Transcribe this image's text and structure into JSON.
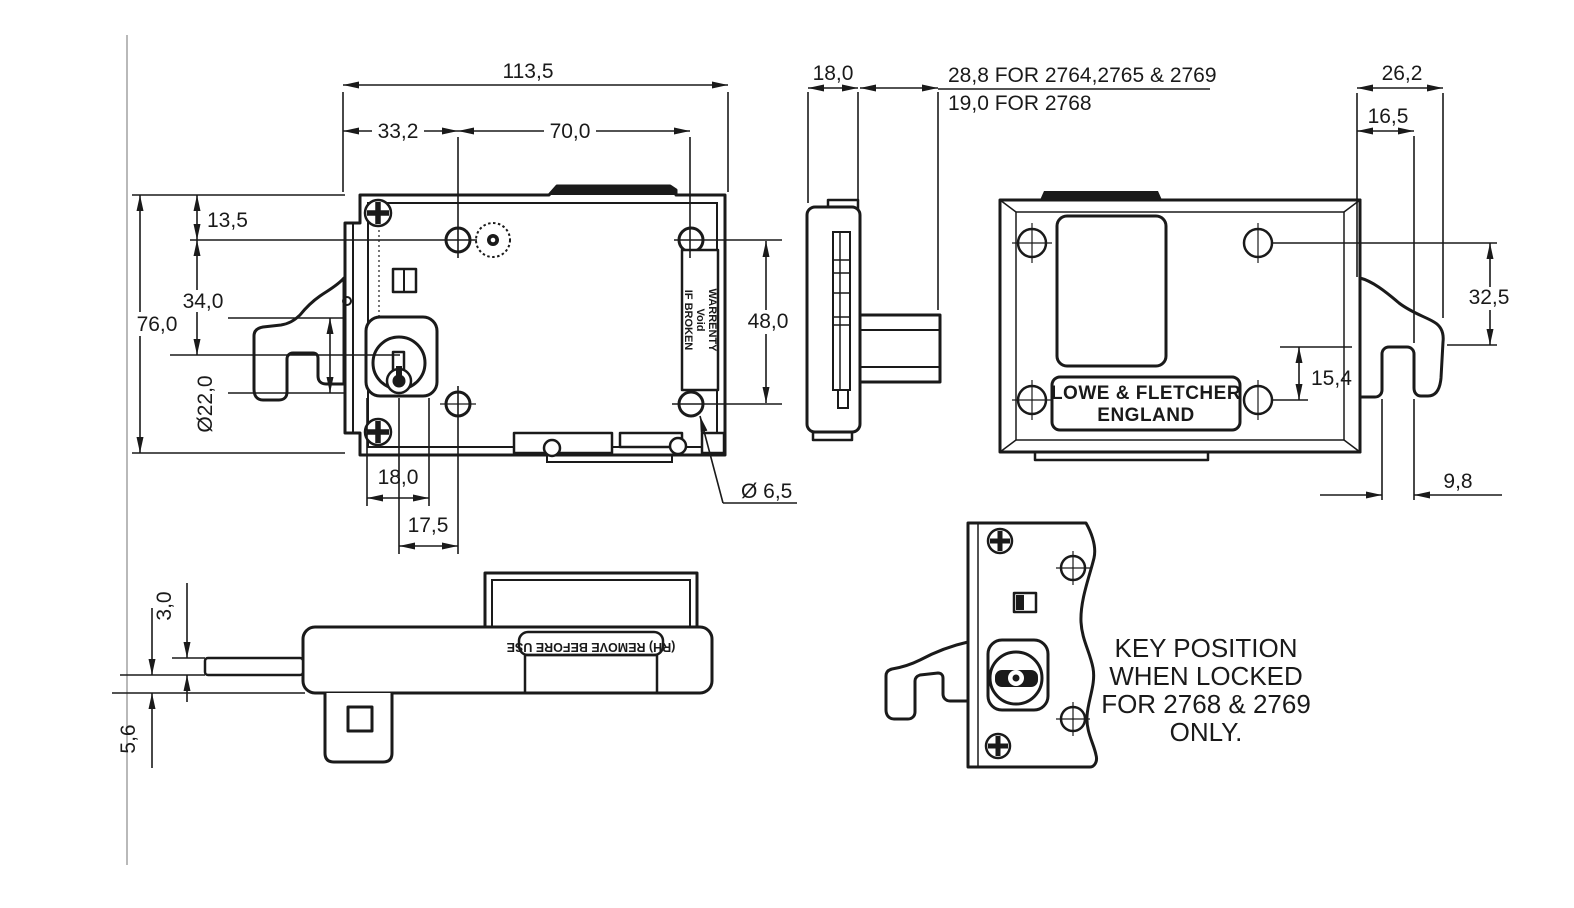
{
  "front": {
    "dim_total_width": "113,5",
    "dim_hole_offset": "33,2",
    "dim_hole_pitch": "70,0",
    "dim_edge_to_holes": "13,5",
    "dim_holes_to_cylinder": "34,0",
    "dim_total_height": "76,0",
    "dim_cylinder_diameter": "Ø22,0",
    "dim_holes_vertical_pitch": "48,0",
    "dim_housing_width": "18,0",
    "dim_cylinder_to_hole": "17,5",
    "dim_hole_diameter": "Ø 6,5",
    "warranty_label": {
      "line1": "WARRENTY",
      "line2": "Void",
      "line3": "IF BROKEN"
    }
  },
  "side": {
    "dim_depth": "18,0",
    "bolt_note_line1": "28,8 FOR 2764,2765 & 2769",
    "bolt_note_line2": "19,0 FOR 2768"
  },
  "back": {
    "dim_latch_width": "26,2",
    "dim_latch_step": "16,5",
    "dim_latch_drop": "32,5",
    "dim_hook_offset": "15,4",
    "dim_slot_width": "9,8",
    "brand_label": {
      "line1": "LOWE & FLETCHER",
      "line2": "ENGLAND"
    }
  },
  "bottom": {
    "dim_bolt_thickness": "3,0",
    "dim_face_gap": "5,6",
    "tag_label": "(RH) REMOVE BEFORE USE"
  },
  "key_position": {
    "note_line1": "KEY POSITION",
    "note_line2": "WHEN LOCKED",
    "note_line3": "FOR 2768 & 2769",
    "note_line4": "ONLY."
  },
  "colors": {
    "ink": "#1a1a1a",
    "paper": "#ffffff",
    "page_border": "#b9b9b9"
  }
}
